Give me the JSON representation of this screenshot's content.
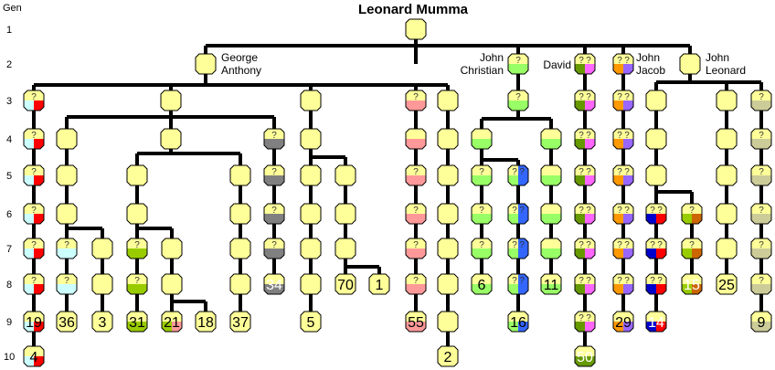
{
  "title": "Leonard Mumma",
  "gen_header": "Gen",
  "generations": [
    "1",
    "2",
    "3",
    "4",
    "5",
    "6",
    "7",
    "8",
    "9",
    "10"
  ],
  "colors": {
    "yellow": "#ffff99",
    "pink": "#ff9999",
    "red": "#ff0000",
    "cyan": "#ccffff",
    "green": "#99ff66",
    "lime": "#99cc00",
    "gray": "#808080",
    "olive": "#669900",
    "magenta": "#ff66ff",
    "orange": "#ff9900",
    "purple": "#9966ff",
    "blue": "#3366ff",
    "khaki": "#cccc99",
    "navy": "#0000cc",
    "brown": "#cc6600",
    "line": "#000000"
  },
  "names": [
    {
      "id": "george",
      "lines": [
        "George",
        "Anthony"
      ]
    },
    {
      "id": "john-christian",
      "lines": [
        "John",
        "Christian"
      ]
    },
    {
      "id": "david",
      "lines": [
        "David"
      ]
    },
    {
      "id": "john-jacob",
      "lines": [
        "John",
        "Jacob"
      ]
    },
    {
      "id": "john-leonard",
      "lines": [
        "John",
        "Leonard"
      ]
    }
  ],
  "counts": [
    "19",
    "4",
    "36",
    "3",
    "31",
    "21",
    "18",
    "37",
    "34",
    "5",
    "70",
    "1",
    "55",
    "2",
    "6",
    "16",
    "11",
    "50",
    "29",
    "14",
    "15",
    "25",
    "9"
  ]
}
